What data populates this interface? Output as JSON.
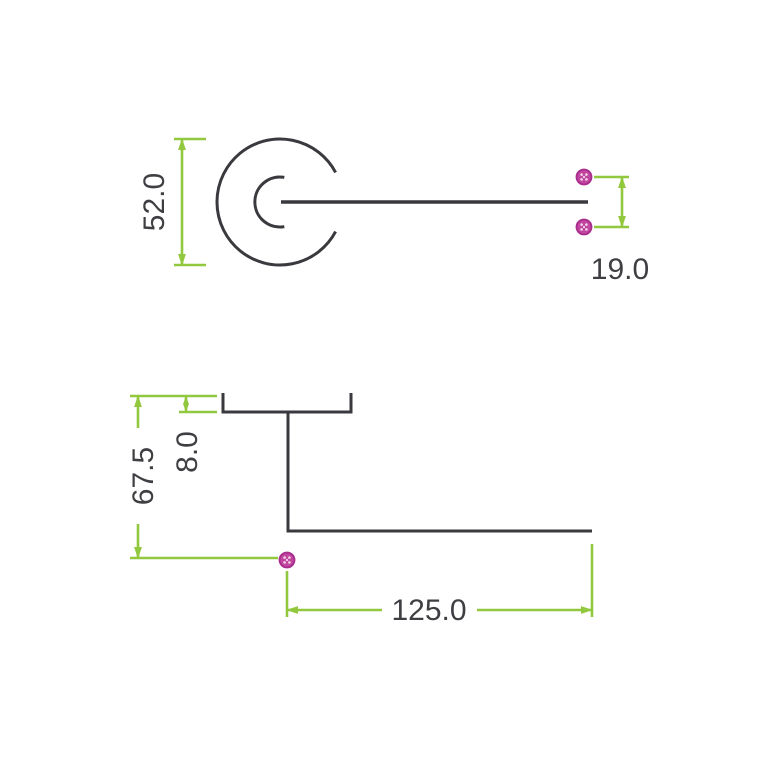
{
  "drawing": {
    "background_color": "#ffffff",
    "colors": {
      "part_outline": "#3A393E",
      "dimension_lines": "#92C83E",
      "screw_marker": "#C2459F",
      "label_text": "#3F3E42"
    },
    "top_view": {
      "dim_rose_diameter": {
        "label": "52.0",
        "orientation": "vertical"
      },
      "dim_screw_centres": {
        "label": "19.0",
        "orientation": "vertical"
      },
      "screw_marker_count": 2
    },
    "side_view": {
      "dim_projection": {
        "label": "67.5",
        "orientation": "vertical"
      },
      "dim_rose_depth": {
        "label": "8.0",
        "orientation": "vertical"
      },
      "dim_lever_length": {
        "label": "125.0",
        "orientation": "horizontal"
      },
      "screw_marker_count": 1
    },
    "icons": {
      "screw_fixing": "magenta filled circle with light screw-hole dots"
    }
  }
}
